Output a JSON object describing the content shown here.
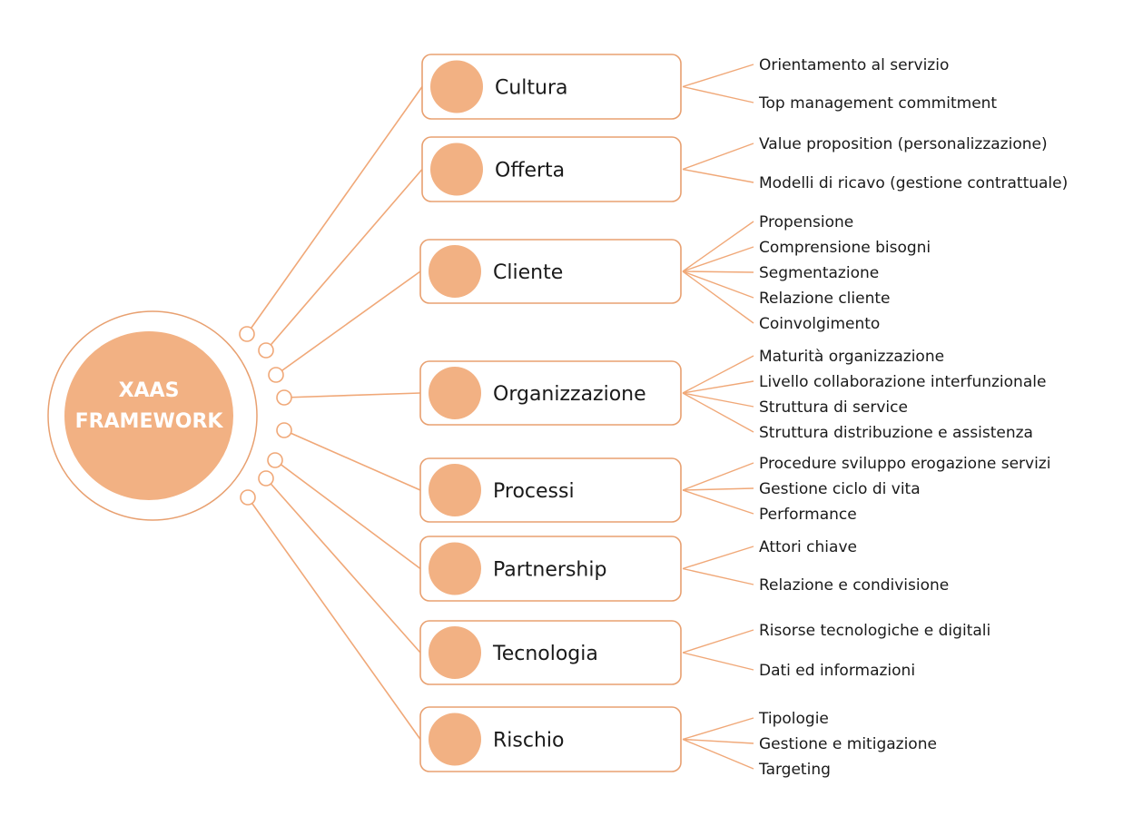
{
  "hub": {
    "line1": "XAAS",
    "line2": "FRAMEWORK"
  },
  "colors": {
    "accent": "#f2b183",
    "line": "#f0a878",
    "border": "#e8a070",
    "text": "#1a1a1a"
  },
  "categories": [
    {
      "label": "Cultura",
      "items": [
        "Orientamento al servizio",
        "Top management commitment"
      ]
    },
    {
      "label": "Offerta",
      "items": [
        "Value proposition (personalizzazione)",
        "Modelli di ricavo (gestione contrattuale)"
      ]
    },
    {
      "label": "Cliente",
      "items": [
        "Propensione",
        "Comprensione bisogni",
        "Segmentazione",
        "Relazione cliente",
        "Coinvolgimento"
      ]
    },
    {
      "label": "Organizzazione",
      "items": [
        "Maturità organizzazione",
        "Livello collaborazione interfunzionale",
        "Struttura di service",
        "Struttura distribuzione e assistenza"
      ]
    },
    {
      "label": "Processi",
      "items": [
        "Procedure sviluppo erogazione servizi",
        "Gestione ciclo di vita",
        "Performance"
      ]
    },
    {
      "label": "Partnership",
      "items": [
        "Attori chiave",
        "Relazione e condivisione"
      ]
    },
    {
      "label": "Tecnologia",
      "items": [
        "Risorse tecnologiche e digitali",
        "Dati ed informazioni"
      ]
    },
    {
      "label": "Rischio",
      "items": [
        "Tipologie",
        "Gestione e mitigazione",
        "Targeting"
      ]
    }
  ]
}
